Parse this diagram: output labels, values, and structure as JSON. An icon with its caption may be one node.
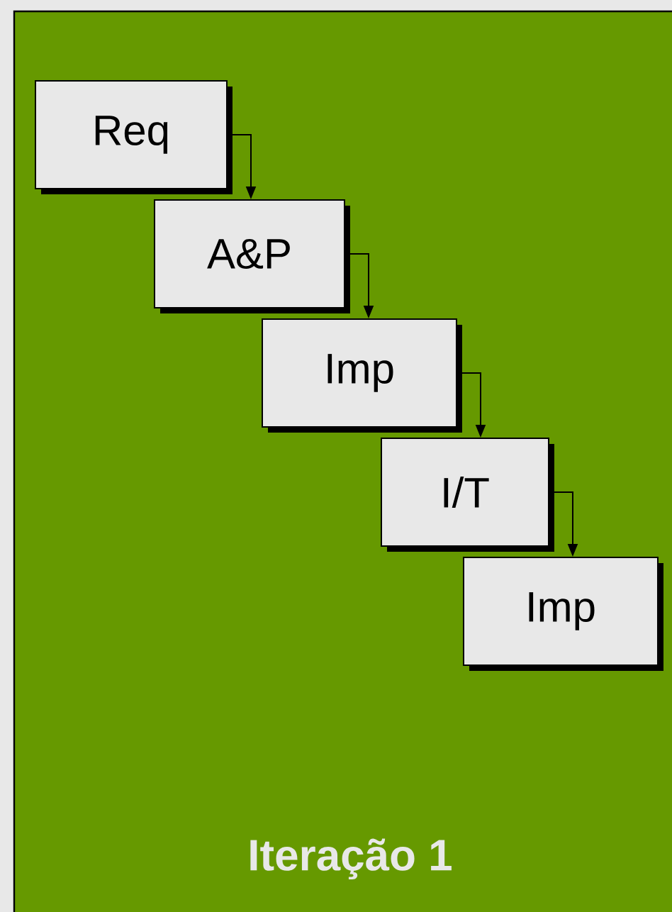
{
  "diagram": {
    "nodes": [
      {
        "text": [
          "Iteração 1"
        ]
      },
      {
        "text": [
          "Req"
        ],
        "in": 0
      },
      {
        "text": [
          "A&P"
        ],
        "in": 0
      },
      {
        "text": [
          "Imp"
        ],
        "in": 0
      },
      {
        "text": [
          "I/T"
        ],
        "in": 0
      },
      {
        "text": [
          "Imp"
        ],
        "in": 0
      }
    ],
    "edges": [
      {
        "from": 1,
        "to": 2,
        "arrow": "to"
      },
      {
        "from": 2,
        "to": 3,
        "arrow": "to"
      },
      {
        "from": 3,
        "to": 4,
        "arrow": "to"
      },
      {
        "from": 4,
        "to": 5,
        "arrow": "to"
      }
    ]
  }
}
